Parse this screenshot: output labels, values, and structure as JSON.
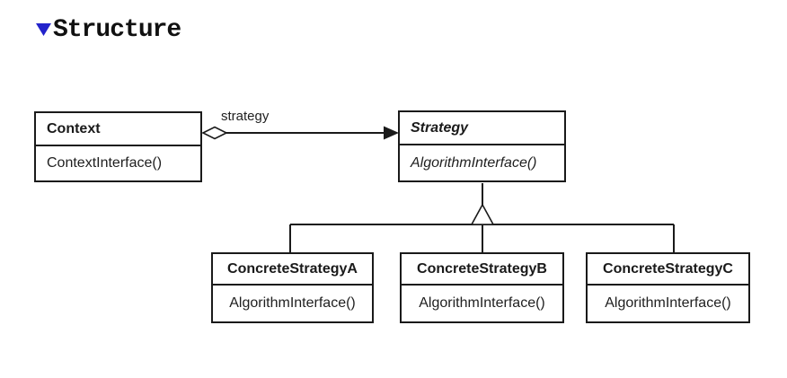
{
  "header": {
    "title": "Structure",
    "bullet_color": "#2323cb"
  },
  "colors": {
    "line": "#1a1a1a",
    "background": "#ffffff"
  },
  "diagram": {
    "type": "uml-class-diagram",
    "classes": [
      {
        "name": "Context",
        "method": "ContextInterface()"
      },
      {
        "name": "Strategy",
        "method": "AlgorithmInterface()"
      },
      {
        "name": "ConcreteStrategyA",
        "method": "AlgorithmInterface()"
      },
      {
        "name": "ConcreteStrategyB",
        "method": "AlgorithmInterface()"
      },
      {
        "name": "ConcreteStrategyC",
        "method": "AlgorithmInterface()"
      }
    ],
    "association_label": "strategy",
    "relationships": [
      {
        "type": "aggregation",
        "from": "Context",
        "to": "Strategy",
        "label": "strategy"
      },
      {
        "type": "generalization",
        "parent": "Strategy",
        "children": [
          "ConcreteStrategyA",
          "ConcreteStrategyB",
          "ConcreteStrategyC"
        ]
      }
    ]
  }
}
